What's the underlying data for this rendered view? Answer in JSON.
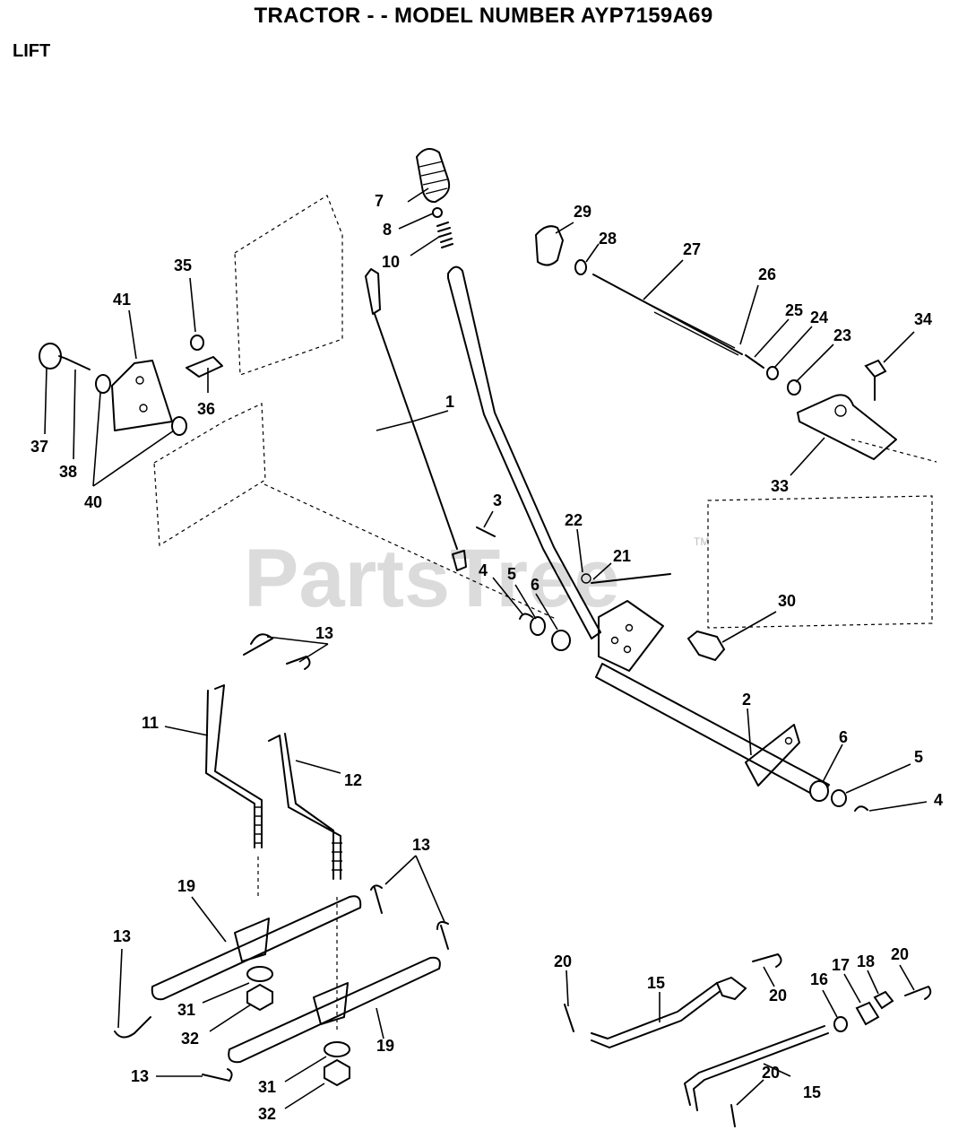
{
  "header": {
    "title": "TRACTOR - - MODEL NUMBER AYP7159A69",
    "section": "LIFT"
  },
  "watermark": {
    "text": "PartsTree",
    "trademark": "TM"
  },
  "callouts": {
    "c1": "1",
    "c2": "2",
    "c3": "3",
    "c4a": "4",
    "c4b": "4",
    "c5a": "5",
    "c5b": "5",
    "c6a": "6",
    "c6b": "6",
    "c7": "7",
    "c8": "8",
    "c10": "10",
    "c11": "11",
    "c12": "12",
    "c13a": "13",
    "c13b": "13",
    "c13c": "13",
    "c13d": "13",
    "c15a": "15",
    "c15b": "15",
    "c16": "16",
    "c17": "17",
    "c18": "18",
    "c19a": "19",
    "c19b": "19",
    "c20a": "20",
    "c20b": "20",
    "c20c": "20",
    "c20d": "20",
    "c21": "21",
    "c22": "22",
    "c23": "23",
    "c24": "24",
    "c25": "25",
    "c26": "26",
    "c27": "27",
    "c28": "28",
    "c29": "29",
    "c30": "30",
    "c31a": "31",
    "c31b": "31",
    "c32a": "32",
    "c32b": "32",
    "c33": "33",
    "c34": "34",
    "c35": "35",
    "c36": "36",
    "c37": "37",
    "c38": "38",
    "c40": "40",
    "c41": "41"
  }
}
